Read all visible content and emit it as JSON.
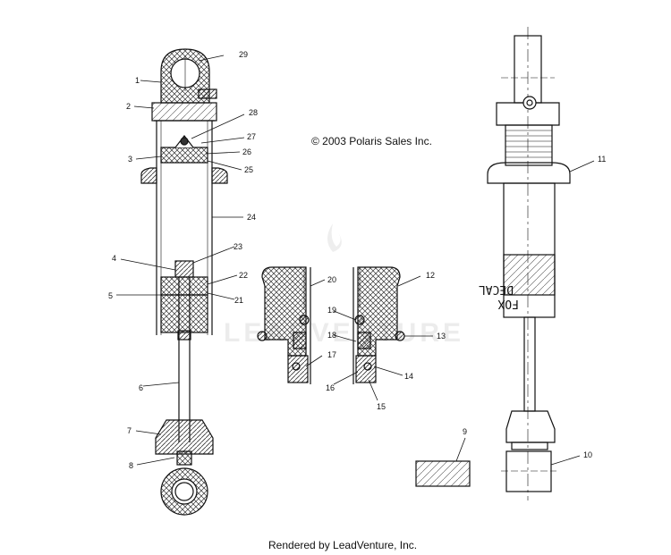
{
  "copyright": "© 2003 Polaris Sales Inc.",
  "footer": "Rendered by LeadVenture, Inc.",
  "watermark": "LEADVENTURE",
  "decal_line1": "DECAL",
  "decal_line2": "FOX",
  "callouts": [
    "1",
    "2",
    "3",
    "4",
    "5",
    "6",
    "7",
    "8",
    "9",
    "10",
    "11",
    "12",
    "13",
    "14",
    "15",
    "16",
    "17",
    "18",
    "19",
    "20",
    "21",
    "22",
    "23",
    "24",
    "25",
    "26",
    "27",
    "28",
    "29"
  ],
  "colors": {
    "line": "#111111",
    "hatch": "#444444",
    "watermark": "#ececec"
  }
}
